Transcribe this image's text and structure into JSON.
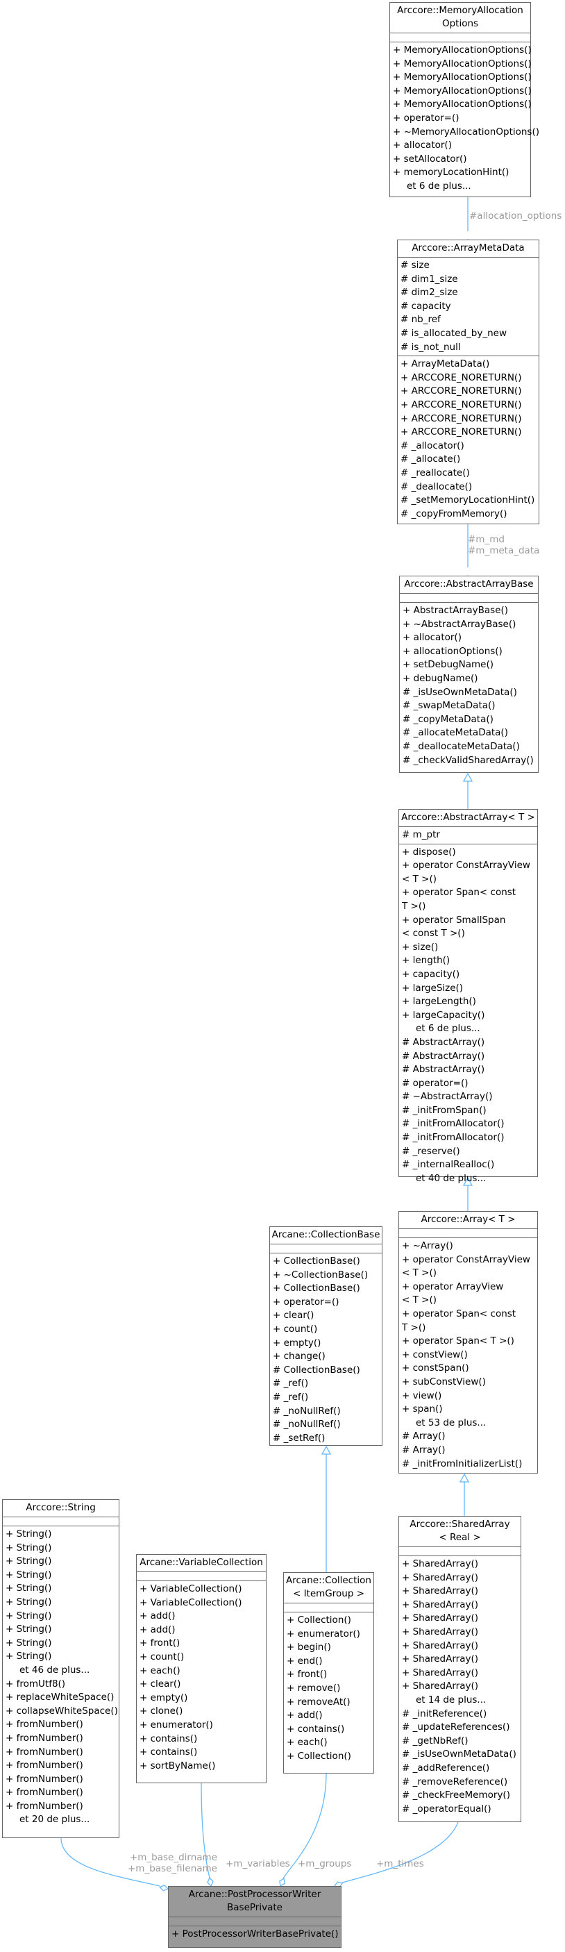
{
  "colors": {
    "edge": "#63b8ff",
    "border": "#666666",
    "label": "#9a9a9a",
    "current_fill": "#999999"
  },
  "nodes": {
    "memalloc": {
      "title": "Arccore::MemoryAllocation\nOptions",
      "sections": [
        [],
        [
          "+ MemoryAllocationOptions()",
          "+ MemoryAllocationOptions()",
          "+ MemoryAllocationOptions()",
          "+ MemoryAllocationOptions()",
          "+ MemoryAllocationOptions()",
          "+ operator=()",
          "+ ~MemoryAllocationOptions()",
          "+ allocator()",
          "+ setAllocator()",
          "+ memoryLocationHint()",
          "et 6 de plus..."
        ]
      ]
    },
    "metadata": {
      "title": "Arccore::ArrayMetaData",
      "sections": [
        [
          "# size",
          "# dim1_size",
          "# dim2_size",
          "# capacity",
          "# nb_ref",
          "# is_allocated_by_new",
          "# is_not_null"
        ],
        [
          "+ ArrayMetaData()",
          "+ ARCCORE_NORETURN()",
          "+ ARCCORE_NORETURN()",
          "+ ARCCORE_NORETURN()",
          "+ ARCCORE_NORETURN()",
          "+ ARCCORE_NORETURN()",
          "# _allocator()",
          "# _allocate()",
          "# _reallocate()",
          "# _deallocate()",
          "# _setMemoryLocationHint()",
          "# _copyFromMemory()"
        ]
      ]
    },
    "abstractbase": {
      "title": "Arccore::AbstractArrayBase",
      "sections": [
        [],
        [
          "+ AbstractArrayBase()",
          "+ ~AbstractArrayBase()",
          "+ allocator()",
          "+ allocationOptions()",
          "+ setDebugName()",
          "+ debugName()",
          "# _isUseOwnMetaData()",
          "# _swapMetaData()",
          "# _copyMetaData()",
          "# _allocateMetaData()",
          "# _deallocateMetaData()",
          "# _checkValidSharedArray()"
        ]
      ]
    },
    "abstractarray": {
      "title": "Arccore::AbstractArray< T >",
      "sections": [
        [
          "# m_ptr"
        ],
        [
          "+ dispose()",
          "+ operator ConstArrayView\n< T >()",
          "+ operator Span< const\nT >()",
          "+ operator SmallSpan\n< const T >()",
          "+ size()",
          "+ length()",
          "+ capacity()",
          "+ largeSize()",
          "+ largeLength()",
          "+ largeCapacity()",
          "et 6 de plus...",
          "# AbstractArray()",
          "# AbstractArray()",
          "# AbstractArray()",
          "# operator=()",
          "# ~AbstractArray()",
          "# _initFromSpan()",
          "# _initFromAllocator()",
          "# _initFromAllocator()",
          "# _reserve()",
          "# _internalRealloc()",
          "et 40 de plus..."
        ]
      ]
    },
    "array": {
      "title": "Arccore::Array< T >",
      "sections": [
        [],
        [
          "+ ~Array()",
          "+ operator ConstArrayView\n< T >()",
          "+ operator ArrayView\n< T >()",
          "+ operator Span< const\nT >()",
          "+ operator Span< T >()",
          "+ constView()",
          "+ constSpan()",
          "+ subConstView()",
          "+ view()",
          "+ span()",
          "et 53 de plus...",
          "# Array()",
          "# Array()",
          "# _initFromInitializerList()"
        ]
      ]
    },
    "collectionbase": {
      "title": "Arcane::CollectionBase",
      "sections": [
        [],
        [
          "+ CollectionBase()",
          "+ ~CollectionBase()",
          "+ CollectionBase()",
          "+ operator=()",
          "+ clear()",
          "+ count()",
          "+ empty()",
          "+ change()",
          "# CollectionBase()",
          "# _ref()",
          "# _ref()",
          "# _noNullRef()",
          "# _noNullRef()",
          "# _setRef()"
        ]
      ]
    },
    "string": {
      "title": "Arccore::String",
      "sections": [
        [],
        [
          "+ String()",
          "+ String()",
          "+ String()",
          "+ String()",
          "+ String()",
          "+ String()",
          "+ String()",
          "+ String()",
          "+ String()",
          "+ String()",
          "et 46 de plus...",
          "+ fromUtf8()",
          "+ replaceWhiteSpace()",
          "+ collapseWhiteSpace()",
          "+ fromNumber()",
          "+ fromNumber()",
          "+ fromNumber()",
          "+ fromNumber()",
          "+ fromNumber()",
          "+ fromNumber()",
          "+ fromNumber()",
          "et 20 de plus..."
        ]
      ]
    },
    "varcollection": {
      "title": "Arcane::VariableCollection",
      "sections": [
        [],
        [
          "+ VariableCollection()",
          "+ VariableCollection()",
          "+ add()",
          "+ add()",
          "+ front()",
          "+ count()",
          "+ each()",
          "+ clear()",
          "+ empty()",
          "+ clone()",
          "+ enumerator()",
          "+ contains()",
          "+ contains()",
          "+ sortByName()"
        ]
      ]
    },
    "collection": {
      "title": "Arcane::Collection\n< ItemGroup >",
      "sections": [
        [],
        [
          "+ Collection()",
          "+ enumerator()",
          "+ begin()",
          "+ end()",
          "+ front()",
          "+ remove()",
          "+ removeAt()",
          "+ add()",
          "+ contains()",
          "+ each()",
          "+ Collection()"
        ]
      ]
    },
    "sharedarray": {
      "title": "Arccore::SharedArray\n< Real >",
      "sections": [
        [],
        [
          "+ SharedArray()",
          "+ SharedArray()",
          "+ SharedArray()",
          "+ SharedArray()",
          "+ SharedArray()",
          "+ SharedArray()",
          "+ SharedArray()",
          "+ SharedArray()",
          "+ SharedArray()",
          "+ SharedArray()",
          "et 14 de plus...",
          "# _initReference()",
          "# _updateReferences()",
          "# _getNbRef()",
          "# _isUseOwnMetaData()",
          "# _addReference()",
          "# _removeReference()",
          "# _checkFreeMemory()",
          "# _operatorEqual()"
        ]
      ]
    },
    "current": {
      "title": "Arcane::PostProcessorWriter\nBasePrivate",
      "sections": [
        [],
        [
          "+ PostProcessorWriterBasePrivate()"
        ]
      ]
    }
  },
  "edge_labels": {
    "allocation_options": "#allocation_options",
    "md": "#m_md\n#m_meta_data",
    "dirname": "+m_base_dirname\n+m_base_filename",
    "variables": "+m_variables",
    "groups": "+m_groups",
    "times": "+m_times"
  }
}
